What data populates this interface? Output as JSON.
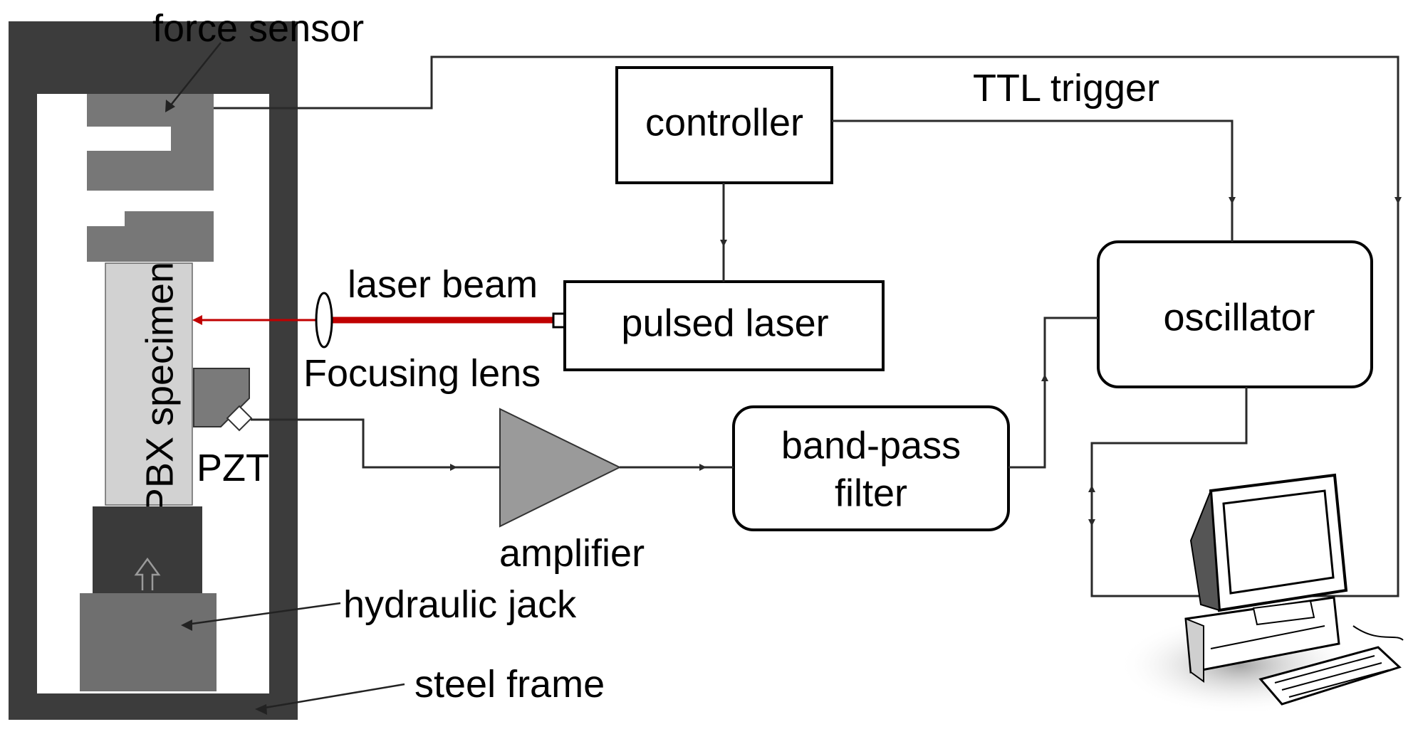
{
  "labels": {
    "force_sensor": "force sensor",
    "ttl_trigger": "TTL trigger",
    "controller": "controller",
    "laser_beam": "laser beam",
    "pulsed_laser": "pulsed laser",
    "oscillator": "oscillator",
    "focusing_lens": "Focusing lens",
    "pbx_specimen": "PBX specimen",
    "pzt": "PZT",
    "band_pass": "band-pass",
    "filter": "filter",
    "amplifier": "amplifier",
    "hydraulic_jack": "hydraulic jack",
    "steel_frame": "steel frame"
  },
  "colors": {
    "frame": "#3c3c3c",
    "sensor": "#777777",
    "specimen": "#d2d2d2",
    "jack_upper": "#3a3a3a",
    "jack_lower": "#6f6f6f",
    "laser": "#c00000",
    "amplifier": "#9a9a9a"
  }
}
